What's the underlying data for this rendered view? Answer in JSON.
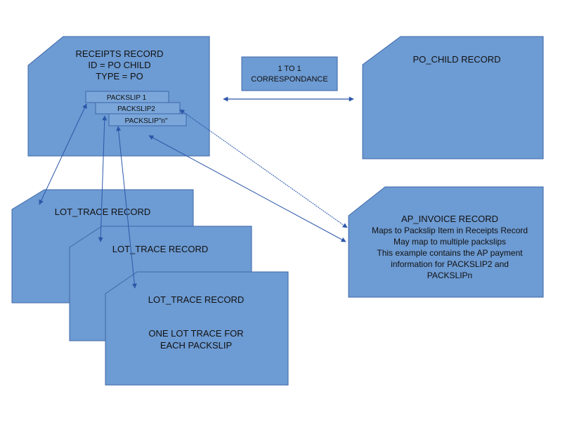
{
  "colors": {
    "card_fill": "#6d9bd3",
    "card_stroke": "#3f67a8",
    "packslip_fill": "#7aa6da",
    "arrow": "#2b57a8",
    "text": "#111111"
  },
  "receipts": {
    "title": "RECEIPTS RECORD",
    "id_line": "ID = PO CHILD",
    "type_line": "TYPE = PO",
    "packslip_1": "PACKSLIP 1",
    "packslip_2": "PACKSLIP2",
    "packslip_n": "PACKSLIP\"n\""
  },
  "correspondence": {
    "line1": "1 TO 1",
    "line2": "CORRESPONDANCE"
  },
  "po_child": {
    "title": "PO_CHILD RECORD"
  },
  "lot_trace": {
    "title_1": "LOT_TRACE RECORD",
    "title_2": "LOT_TRACE RECORD",
    "title_3": "LOT_TRACE RECORD",
    "note_line1": "ONE LOT TRACE FOR",
    "note_line2": "EACH PACKSLIP"
  },
  "ap_invoice": {
    "title": "AP_INVOICE RECORD",
    "line1": "Maps to Packslip Item in Receipts Record",
    "line2": "May map to multiple packslips",
    "line3": "This example contains the AP payment",
    "line4": "information for PACKSLIP2 and",
    "line5": "PACKSLIPn"
  }
}
